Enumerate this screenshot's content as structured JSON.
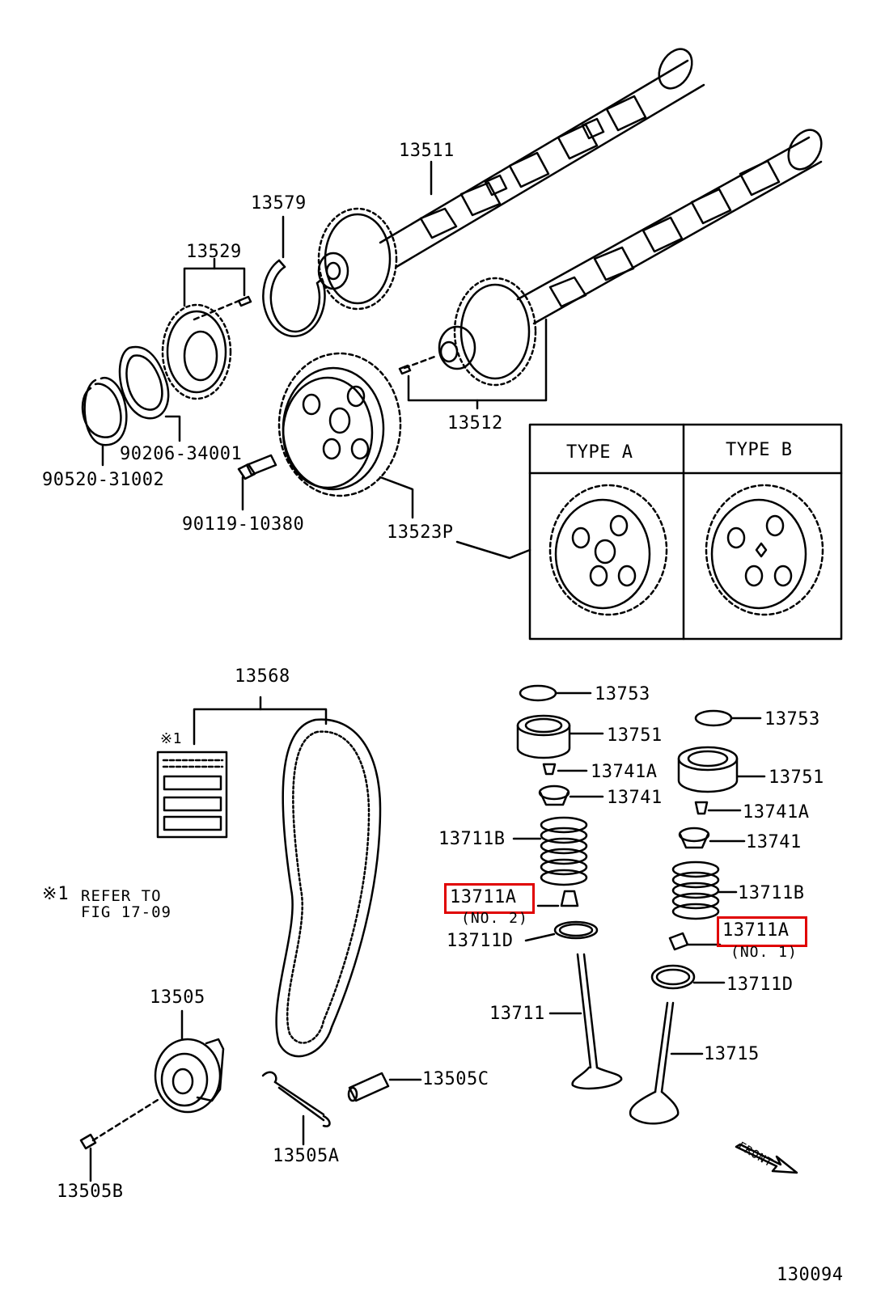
{
  "colors": {
    "line": "#000000",
    "highlight": "#e00000",
    "background": "#ffffff"
  },
  "type_box": {
    "type_a": "TYPE  A",
    "type_b": "TYPE  B"
  },
  "labels": {
    "p13511": "13511",
    "p13579": "13579",
    "p13529": "13529",
    "p13512": "13512",
    "p90206": "90206-34001",
    "p90520": "90520-31002",
    "p90119": "90119-10380",
    "p13523p": "13523P",
    "p13568": "13568",
    "p13753a": "13753",
    "p13751a": "13751",
    "p13741Aa": "13741A",
    "p13741a": "13741",
    "p13711Ba": "13711B",
    "p13711A2": "13711A",
    "p13711A2note": "(NO. 2)",
    "p13711Da": "13711D",
    "p13711": "13711",
    "p13753b": "13753",
    "p13751b": "13751",
    "p13741Ab": "13741A",
    "p13741b": "13741",
    "p13711Bb": "13711B",
    "p13711A1": "13711A",
    "p13711A1note": "(NO. 1)",
    "p13711Db": "13711D",
    "p13715": "13715",
    "p13505": "13505",
    "p13505C": "13505C",
    "p13505A": "13505A",
    "p13505B": "13505B",
    "figure_no": "130094"
  },
  "reference": {
    "mark": "※1",
    "line1": "REFER TO",
    "line2": "FIG 17-09",
    "box_mark": "※1"
  },
  "front_arrow": "FRONT"
}
